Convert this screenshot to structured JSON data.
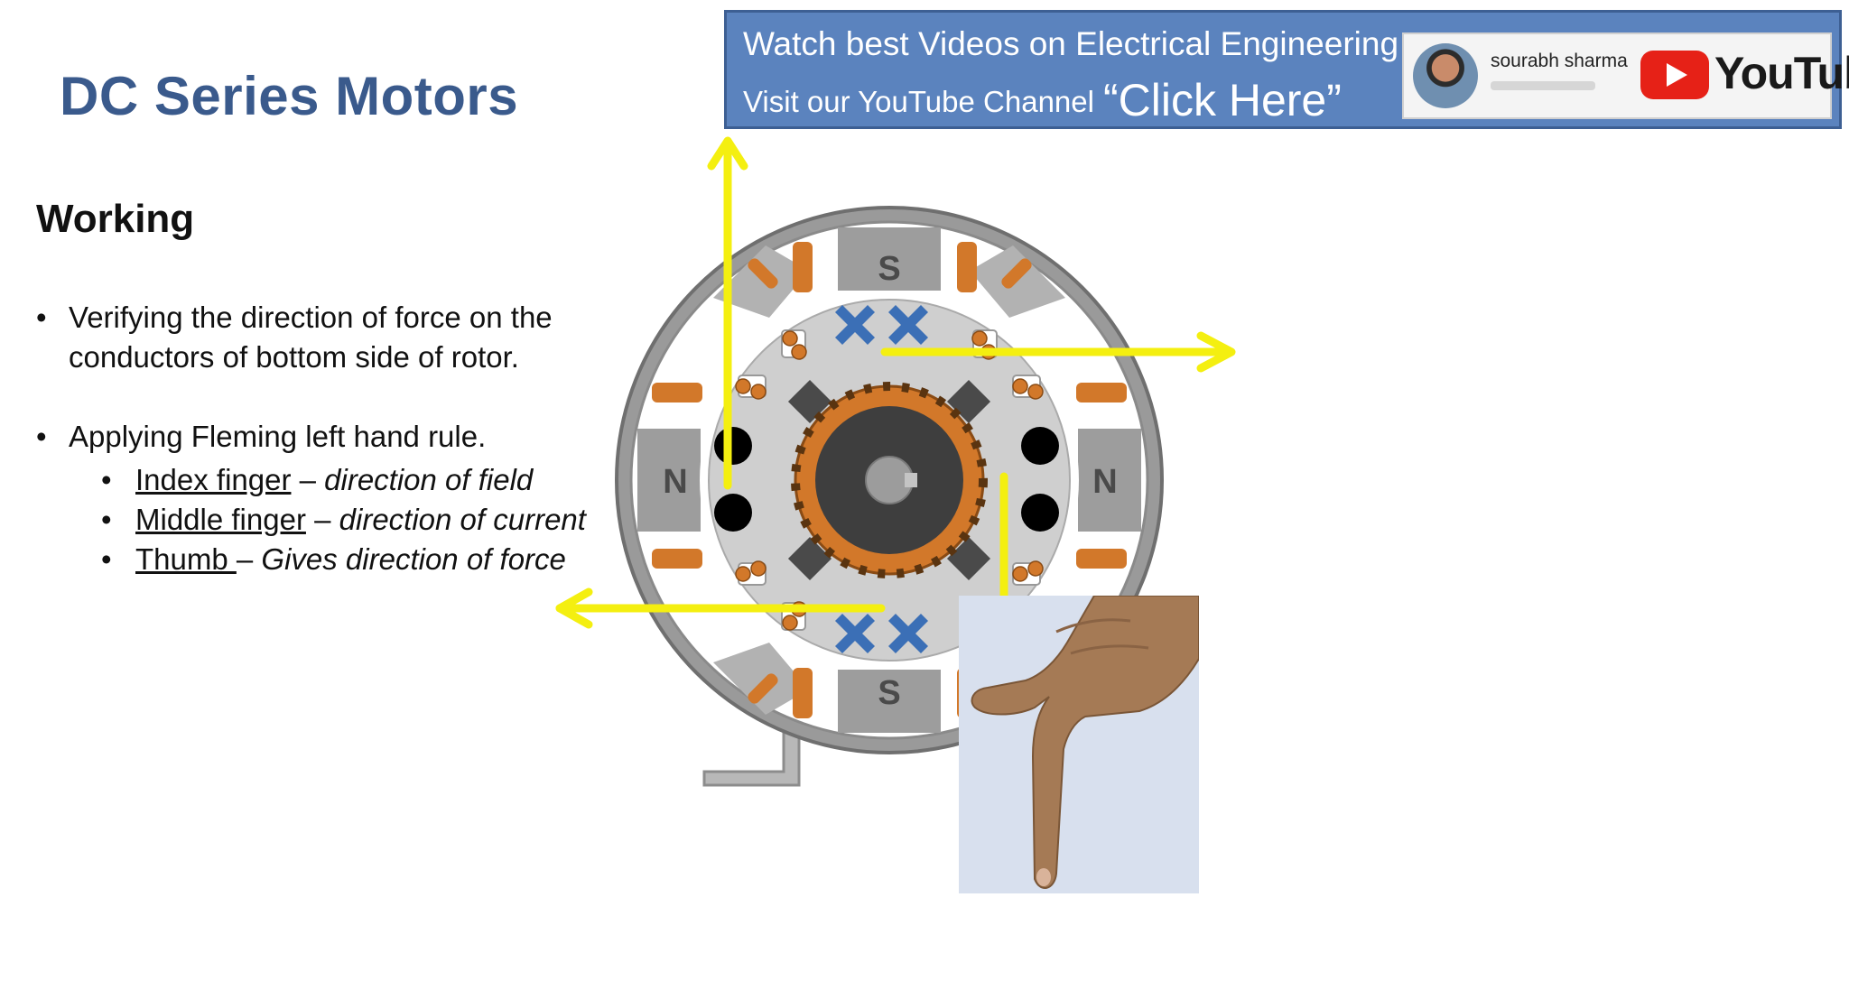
{
  "slide": {
    "title": "DC Series Motors",
    "subtitle": "Working"
  },
  "bullets": [
    {
      "text": "Verifying the direction of force on the conductors of bottom side of rotor."
    },
    {
      "text": "Applying Fleming left hand rule."
    }
  ],
  "sub_bullets": [
    {
      "term": "Index finger",
      "sep": " – ",
      "desc": "direction of field"
    },
    {
      "term": "Middle finger",
      "sep": " – ",
      "desc": "direction of current"
    },
    {
      "term": "Thumb ",
      "sep": "– ",
      "desc": "Gives direction of force"
    }
  ],
  "banner": {
    "line1": "Watch best Videos on Electrical Engineering",
    "line2": "Visit our YouTube Channel",
    "click": "“Click Here”",
    "channel_name": "sourabh sharma",
    "brand": "YouTube"
  },
  "diagram": {
    "poles": {
      "top": "S",
      "bottom": "S",
      "left": "N",
      "right": "N"
    },
    "colors": {
      "arrow": "#f4ef10",
      "cross": "#3b6fb6",
      "copper": "#d2782a",
      "frame": "#8c8c8c",
      "pole": "#9d9d9d",
      "rotor": "#cfcfcf"
    }
  },
  "icons": [
    "bullet-dot",
    "youtube-play-icon",
    "channel-avatar",
    "cross-conductor-icon",
    "dot-conductor-icon",
    "hand-photo"
  ]
}
